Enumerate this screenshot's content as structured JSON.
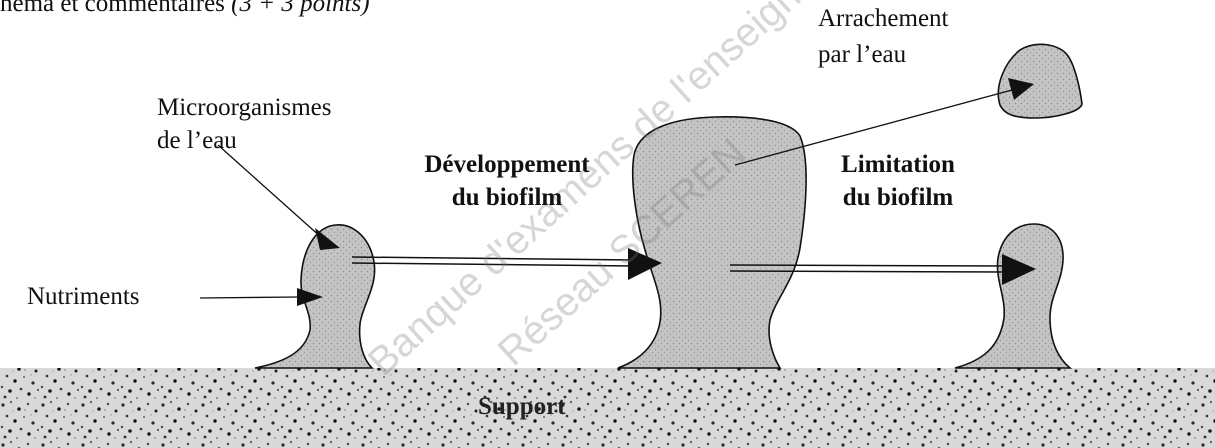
{
  "header": {
    "text_main": "héma et commentaires ",
    "text_points": "(3 + 3 points)"
  },
  "labels": {
    "microorganismes_line1": "Microorganismes",
    "microorganismes_line2": "de l’eau",
    "nutriments": "Nutriments",
    "developpement_line1": "Développement",
    "developpement_line2": "du biofilm",
    "limitation_line1": "Limitation",
    "limitation_line2": "du biofilm",
    "arrachement_line1": "Arrachement",
    "arrachement_line2": "par l’eau",
    "support": "Support"
  },
  "watermark": {
    "line1": "Banque d'examens de l'enseignement",
    "line2": "Réseau SCEREN"
  },
  "colors": {
    "biofilm_fill": "#bdbdbd",
    "outline": "#111111",
    "support_fill": "#d9d9d9",
    "text": "#111111"
  }
}
